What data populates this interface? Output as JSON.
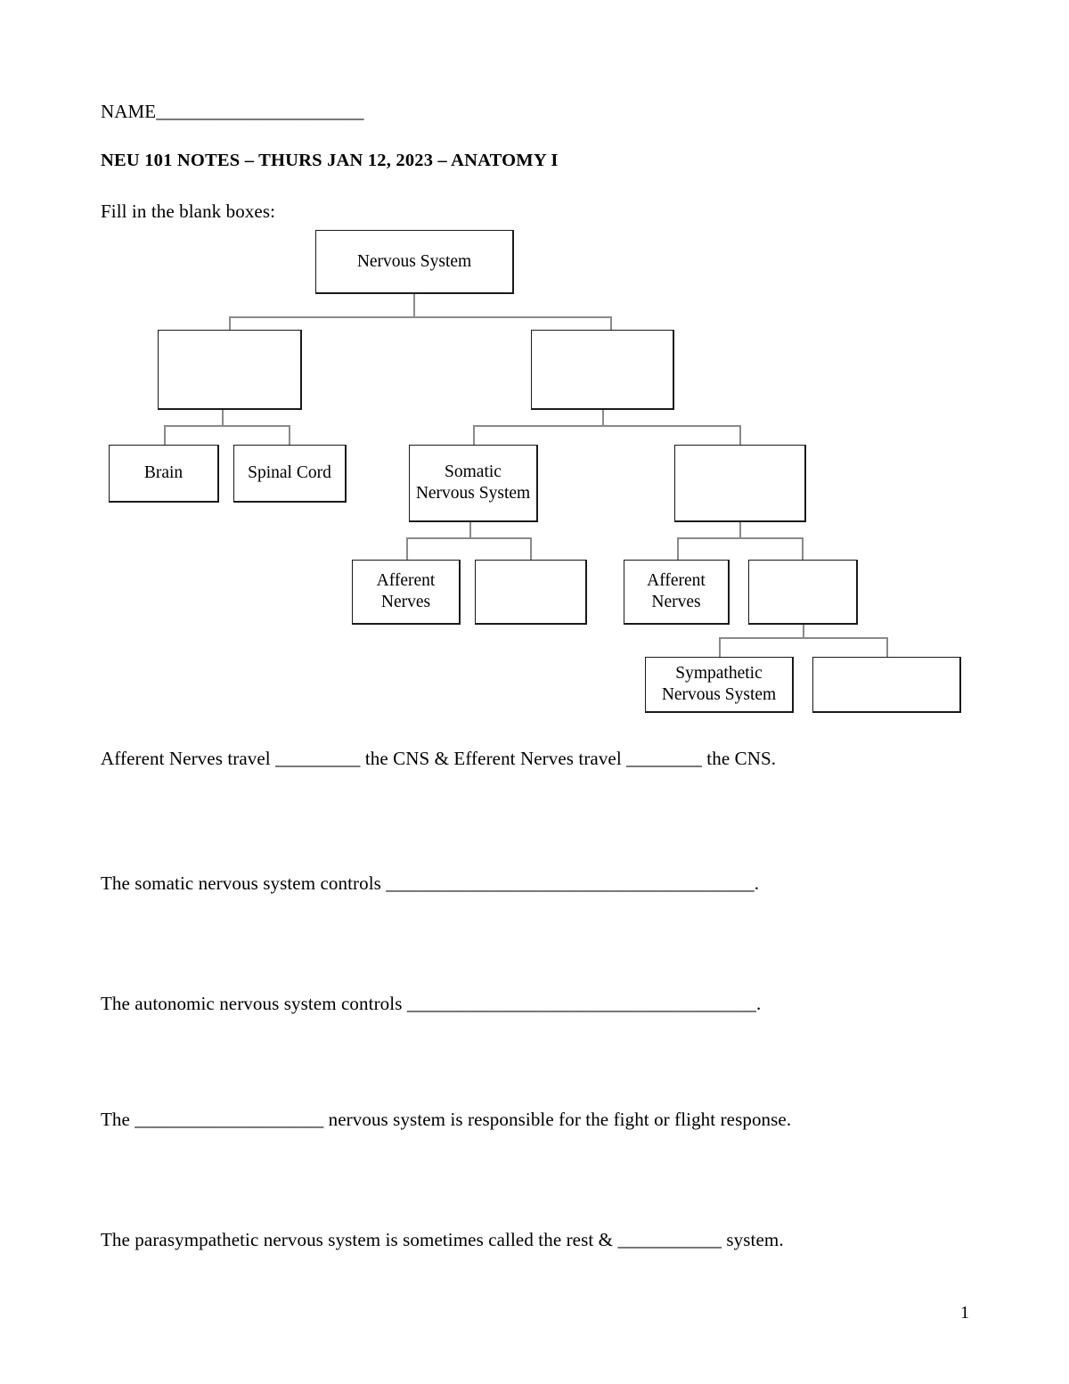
{
  "document": {
    "name_label": "NAME______________________",
    "title": "NEU 101 NOTES – THURS JAN 12, 2023 – ANATOMY I",
    "instruction": "Fill in the blank boxes:",
    "page_number": "1"
  },
  "diagram": {
    "title": "Nervous System hierarchy fill-in-the-blank chart",
    "nodes": [
      {
        "id": "nervous-system",
        "label": "Nervous System",
        "blank": false
      },
      {
        "id": "central-nervous-system",
        "label": "",
        "blank": true
      },
      {
        "id": "peripheral-nervous-system",
        "label": "",
        "blank": true
      },
      {
        "id": "brain",
        "label": "Brain",
        "blank": false
      },
      {
        "id": "spinal-cord",
        "label": "Spinal Cord",
        "blank": false
      },
      {
        "id": "somatic-nervous-system",
        "label": "Somatic Nervous System",
        "blank": false
      },
      {
        "id": "autonomic-nervous-system",
        "label": "",
        "blank": true
      },
      {
        "id": "somatic-afferent-nerves",
        "label": "Afferent Nerves",
        "blank": false
      },
      {
        "id": "somatic-efferent-nerves",
        "label": "",
        "blank": true
      },
      {
        "id": "autonomic-afferent-nerves",
        "label": "Afferent Nerves",
        "blank": false
      },
      {
        "id": "autonomic-efferent-nerves",
        "label": "",
        "blank": true
      },
      {
        "id": "sympathetic-nervous-system",
        "label": "Sympathetic Nervous System",
        "blank": false
      },
      {
        "id": "parasympathetic-nervous-system",
        "label": "",
        "blank": true
      }
    ]
  },
  "questions": [
    {
      "id": "afferent-efferent-direction",
      "text": "Afferent Nerves travel _________ the CNS & Efferent Nerves travel ________ the CNS."
    },
    {
      "id": "somatic-controls",
      "text": "The somatic nervous system controls _______________________________________."
    },
    {
      "id": "autonomic-controls",
      "text": "The autonomic nervous system controls _____________________________________."
    },
    {
      "id": "fight-or-flight",
      "text": "The ____________________ nervous system is responsible for the fight or flight response."
    },
    {
      "id": "rest-and-digest",
      "text": "The parasympathetic nervous system is sometimes called the rest & ___________ system."
    }
  ]
}
